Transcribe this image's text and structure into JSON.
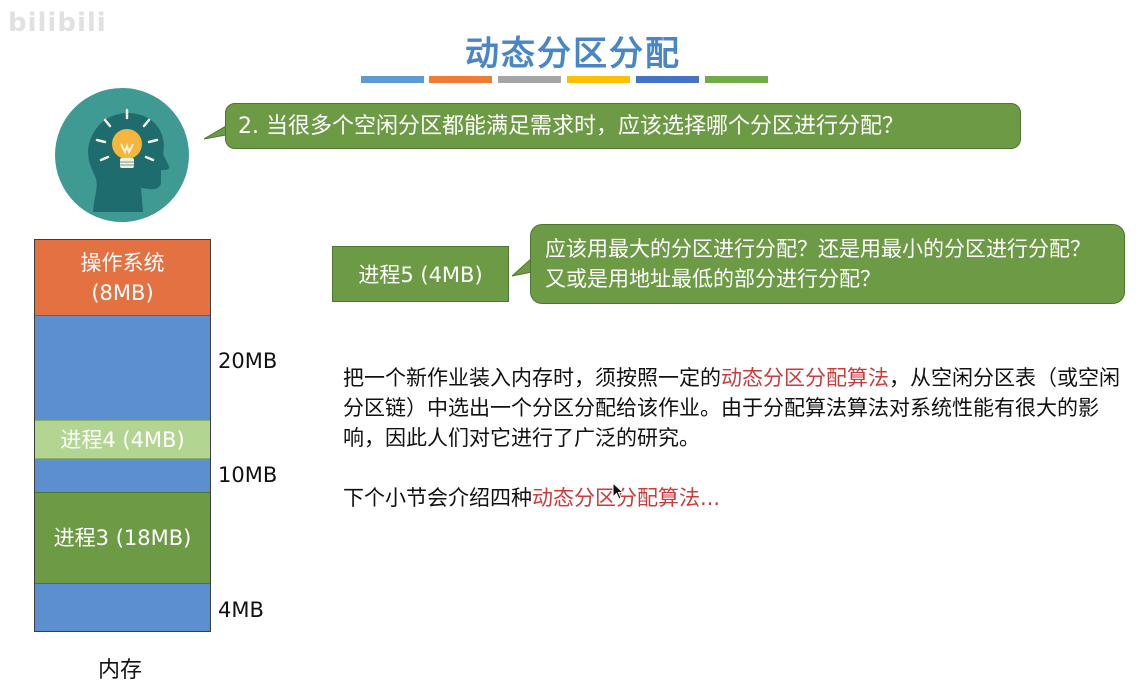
{
  "watermark": "bilibili",
  "title": "动态分区分配",
  "colors": {
    "accent_bars": [
      "#5b9bd5",
      "#ed7d31",
      "#a5a5a5",
      "#ffc000",
      "#4472c4",
      "#70ad47"
    ],
    "green": "#6d9a44",
    "blue": "#5b8fd0",
    "orange": "#e37142",
    "light_green": "#b3d592",
    "red_text": "#cc3a3a"
  },
  "question": "2. 当很多个空闲分区都能满足需求时，应该选择哪个分区进行分配？",
  "memory": {
    "os_line1": "操作系统",
    "os_line2": "(8MB)",
    "proc4": "进程4 (4MB)",
    "proc3": "进程3 (18MB)",
    "caption": "内存",
    "size_20": "20MB",
    "size_10": "10MB",
    "size_4": "4MB"
  },
  "proc5": "进程5 (4MB)",
  "answer": "应该用最大的分区进行分配？还是用最小的分区进行分配？又或是用地址最低的部分进行分配？",
  "para": {
    "part1": "把一个新作业装入内存时，须按照一定的",
    "highlight": "动态分区分配算法",
    "part2": "，从空闲分区表（或空闲分区链）中选出一个分区分配给该作业。由于分配算法算法对系统性能有很大的影响，因此人们对它进行了广泛的研究。"
  },
  "para2": {
    "part1": "下个小节会介绍四种",
    "highlight": "动态分区分配算法..."
  },
  "icons": {
    "avatar": "head-lightbulb-icon",
    "cursor": "mouse-cursor-icon"
  }
}
